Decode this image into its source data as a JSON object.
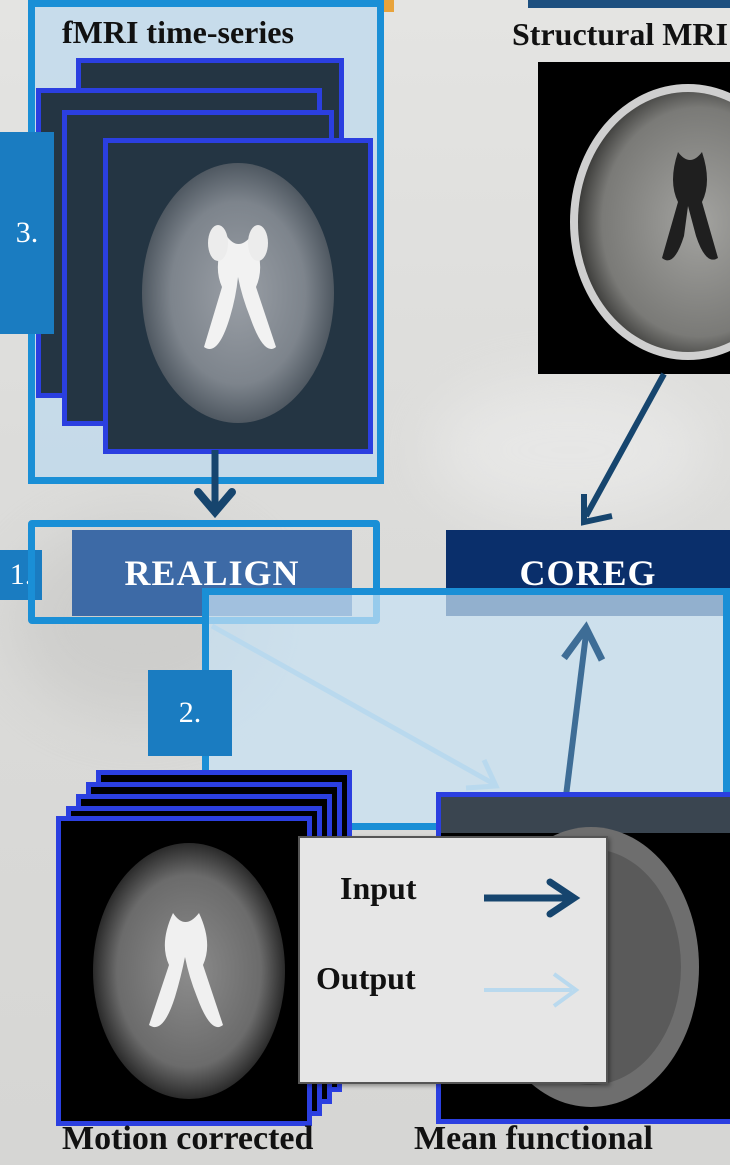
{
  "fmri_box": {
    "title": "fMRI time-series",
    "step_tag": "3."
  },
  "structural": {
    "title": "Structural MRI"
  },
  "realign": {
    "label": "REALIGN",
    "step_tag": "1."
  },
  "coreg": {
    "label": "COREG"
  },
  "mean_step": {
    "step_tag": "2."
  },
  "legend": {
    "input_label": "Input",
    "output_label": "Output"
  },
  "captions": {
    "motion_corrected": "Motion corrected",
    "mean_functional": "Mean functional"
  },
  "colors": {
    "accent_blue": "#1a7cc1",
    "box_border": "#1a8fd6",
    "frame_border": "#2b3fe0",
    "realign_fill": "#3d6aa6",
    "coreg_fill": "#0a2f6b",
    "input_arrow": "#16456e",
    "output_arrow": "#b9d9ee"
  }
}
